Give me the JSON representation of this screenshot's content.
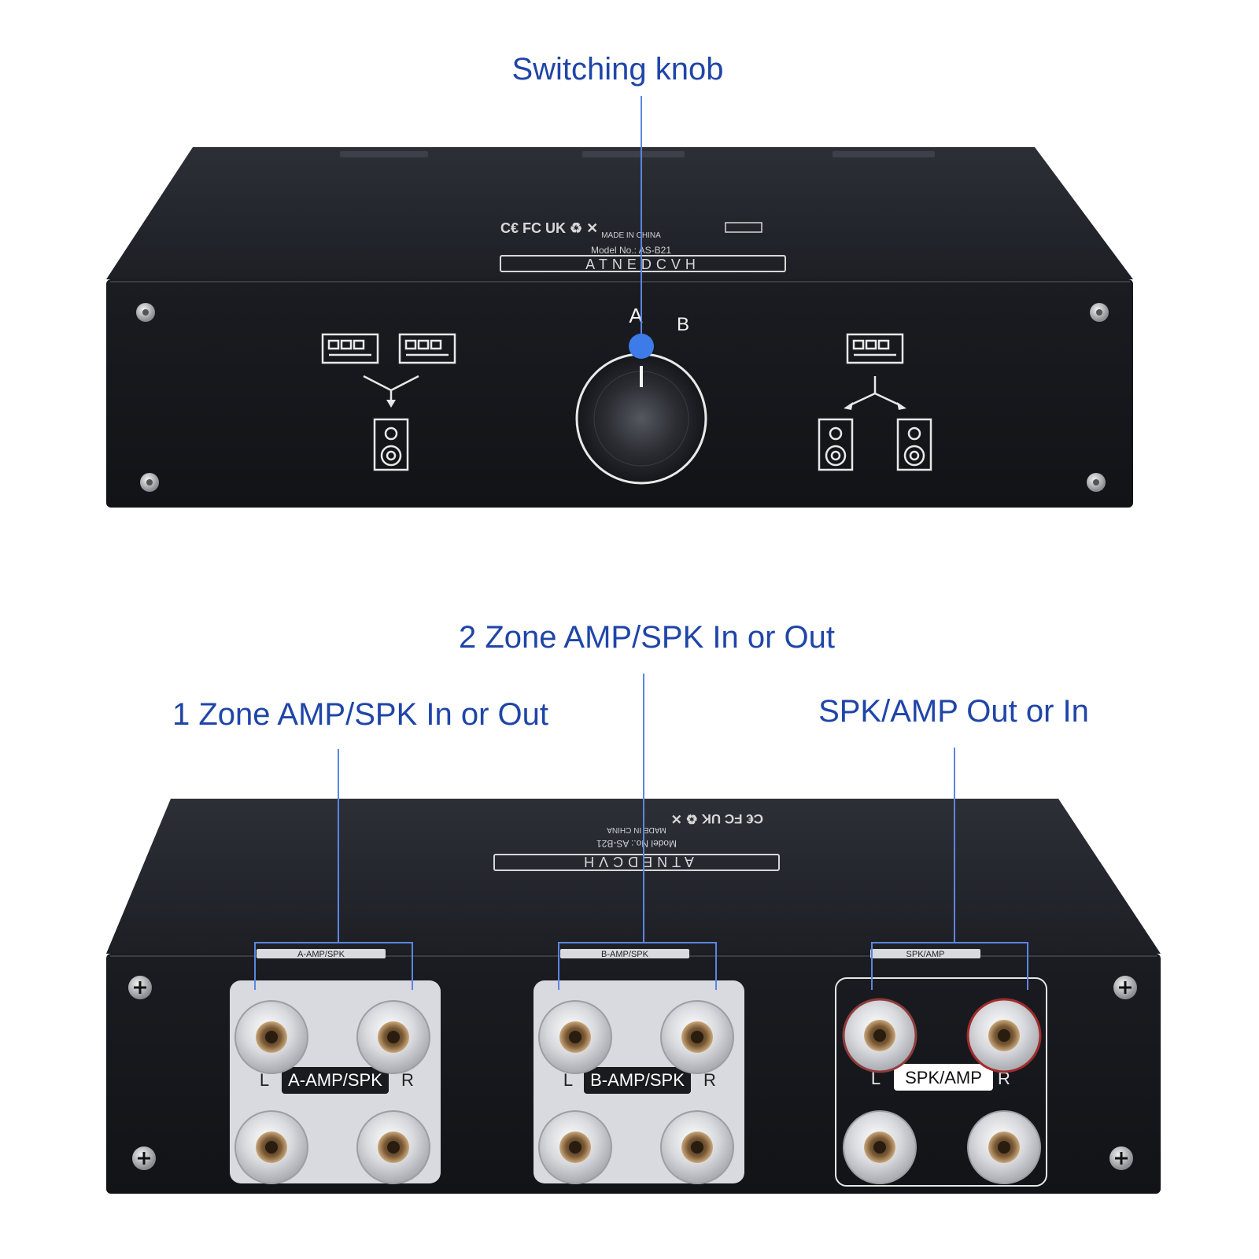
{
  "callouts": {
    "switching_knob": "Switching knob",
    "zone2": "2 Zone AMP/SPK In or Out",
    "zone1": "1 Zone AMP/SPK In or Out",
    "spk_amp": "SPK/AMP Out or In"
  },
  "front_panel": {
    "model": "Model No.: AS-B21",
    "made_in": "MADE IN CHINA",
    "brand": "ATNEDCVH",
    "position_a": "A",
    "position_b": "B"
  },
  "rear_panel": {
    "group_a": {
      "top_label": "A-AMP/SPK",
      "center_label": "A-AMP/SPK",
      "left": "L",
      "right": "R"
    },
    "group_b": {
      "top_label": "B-AMP/SPK",
      "center_label": "B-AMP/SPK",
      "left": "L",
      "right": "R"
    },
    "group_c": {
      "top_label": "SPK/AMP",
      "center_label": "SPK/AMP",
      "left": "L",
      "right": "R"
    }
  },
  "colors": {
    "callout_text": "#1f45a8",
    "leader_line": "#5b86e0",
    "knob_indicator": "#3c7be8",
    "chassis": "#1c1e24",
    "chassis_top": "#25272e"
  }
}
